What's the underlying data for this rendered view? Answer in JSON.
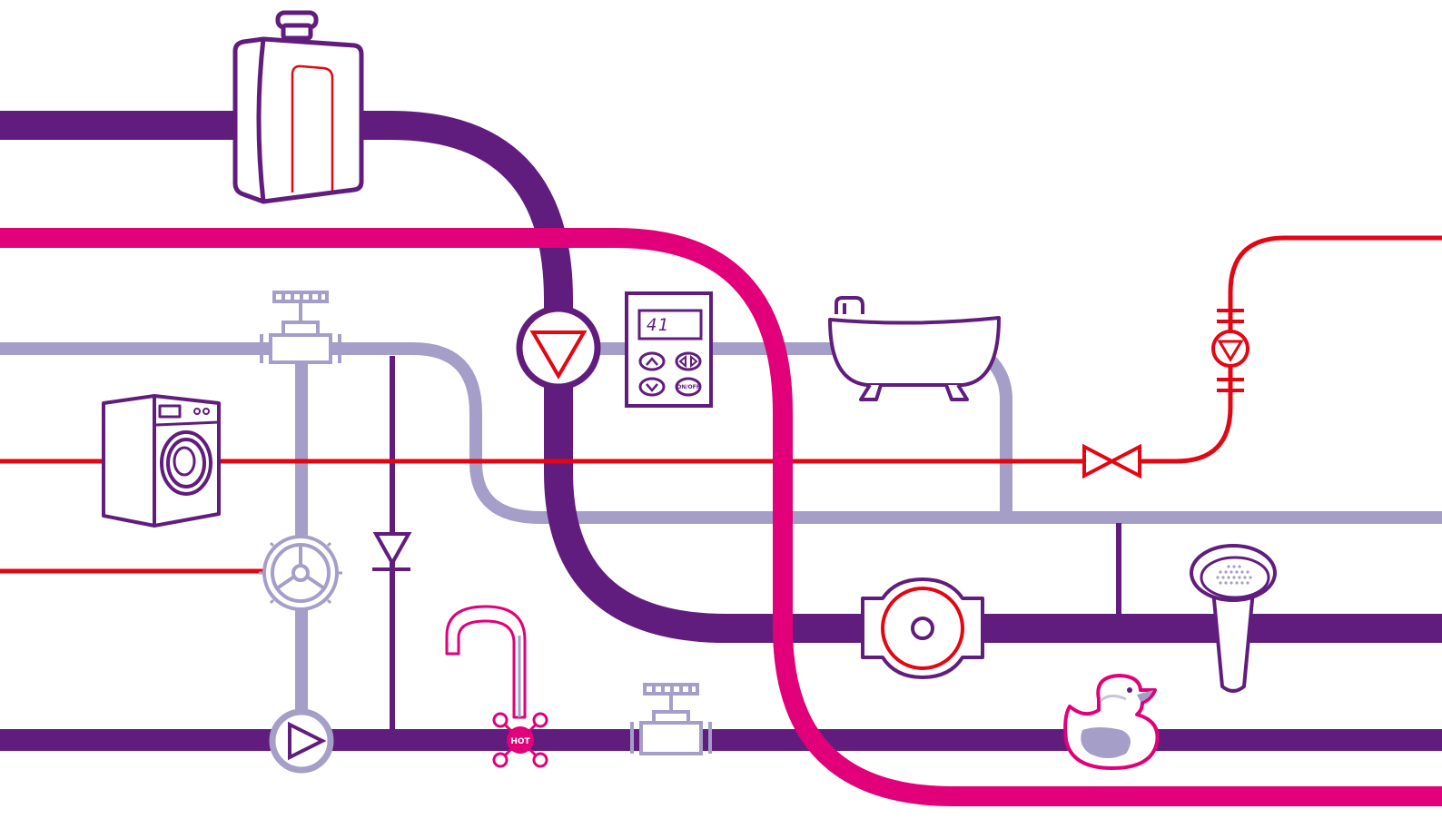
{
  "colors": {
    "background": "#ffffff",
    "deep_purple": "#611d7e",
    "magenta": "#e2007a",
    "red": "#e30613",
    "lilac": "#a59ec8",
    "lilac_light": "#c9c4e0"
  },
  "controller": {
    "display_value": "41",
    "button_up_icon": "arrow-up-icon",
    "button_down_icon": "arrow-down-icon",
    "button_lr_icon": "arrow-left-right-icon",
    "on_off_label": "ON/OFF"
  },
  "hot_tap": {
    "label": "HOT"
  },
  "icons": [
    "water-heater-icon",
    "washing-machine-icon",
    "gate-valve-icon",
    "handwheel-valve-icon",
    "pump-icon",
    "check-valve-icon",
    "faucet-icon",
    "controller-icon",
    "bathtub-icon",
    "bowtie-valve-icon",
    "circulation-pump-icon",
    "shower-head-icon",
    "rubber-duck-icon",
    "inline-pump-icon"
  ]
}
